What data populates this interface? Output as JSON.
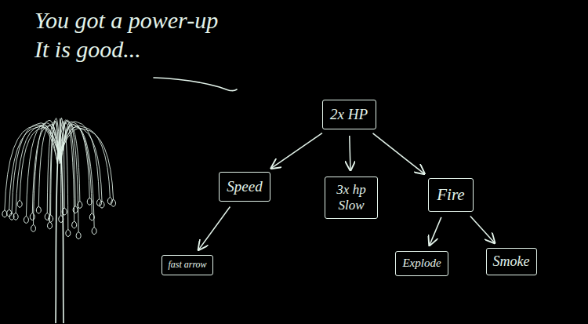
{
  "diagram": {
    "title": "You got a power-up It is good...",
    "nodes": [
      {
        "text": [
          "2x HP"
        ]
      },
      {
        "text": [
          "Speed"
        ]
      },
      {
        "text": [
          "3x hp Slow"
        ]
      },
      {
        "text": [
          "Fire"
        ]
      },
      {
        "text": [
          "fast arrow"
        ]
      },
      {
        "text": [
          "Explode"
        ]
      },
      {
        "text": [
          "Smoke"
        ]
      }
    ],
    "edges": [
      {
        "from": 0,
        "to": 1,
        "arrow": "to"
      },
      {
        "from": 0,
        "to": 2,
        "arrow": "to"
      },
      {
        "from": 0,
        "to": 3,
        "arrow": "to"
      },
      {
        "from": 1,
        "to": 4,
        "arrow": "to"
      },
      {
        "from": 3,
        "to": 5,
        "arrow": "to"
      },
      {
        "from": 3,
        "to": 6,
        "arrow": "to"
      }
    ]
  }
}
